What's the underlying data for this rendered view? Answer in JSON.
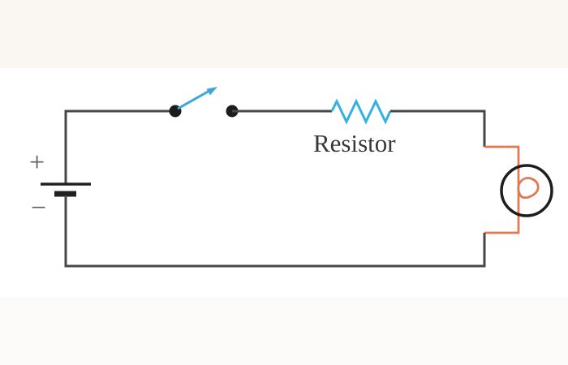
{
  "diagram": {
    "type": "series-circuit-schematic",
    "components": [
      "battery",
      "open-switch",
      "resistor",
      "lamp"
    ],
    "battery": {
      "positive_label": "+",
      "negative_label": "−"
    },
    "switch": {
      "state": "open"
    },
    "resistor": {
      "label": "Resistor"
    },
    "lamp": {
      "label": ""
    },
    "colors": {
      "background": "#ffffff",
      "top_band": "#faf7f2",
      "bottom_band": "#fcfbf9",
      "wire": "#474749",
      "plate": "#232021",
      "node": "#1d1b1c",
      "switch_arrow": "#3fa5da",
      "resistor_zigzag": "#33b1e1",
      "lamp_outline": "#201d1e",
      "lamp_lead": "#e27852",
      "label_text": "#3a3637",
      "sign": "#5e5e5e"
    }
  }
}
